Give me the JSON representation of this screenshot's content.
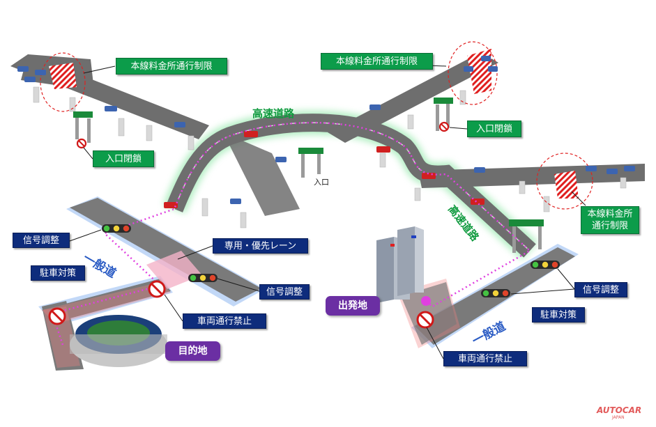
{
  "labels": {
    "expressway_top": "高速道路",
    "expressway_right": "高速道路",
    "entrance": "入口",
    "toll_left": "本線料金所通行制限",
    "toll_right_top": "本線料金所通行制限",
    "toll_right_line1": "本線料金所",
    "toll_right_line2": "通行制限",
    "entrance_closed_left": "入口閉鎖",
    "entrance_closed_right": "入口閉鎖",
    "signal_left_1": "信号調整",
    "signal_left_2": "信号調整",
    "signal_right": "信号調整",
    "parking_left": "駐車対策",
    "parking_right": "駐車対策",
    "dedicated_lane": "専用・優先レーン",
    "no_vehicles_left": "車両通行禁止",
    "no_vehicles_right": "車両通行禁止",
    "general_road_left": "一般道",
    "general_road_right": "一般道",
    "destination": "目的地",
    "departure": "出発地"
  },
  "brand": {
    "name": "AUTOCAR",
    "sub": "JAPAN"
  },
  "colors": {
    "road": "#6e6e6e",
    "highlight_green": "#6fe08f",
    "route_pink": "#e040e0",
    "general_blue": "#8fb8f0",
    "restricted_red": "#f08080"
  }
}
